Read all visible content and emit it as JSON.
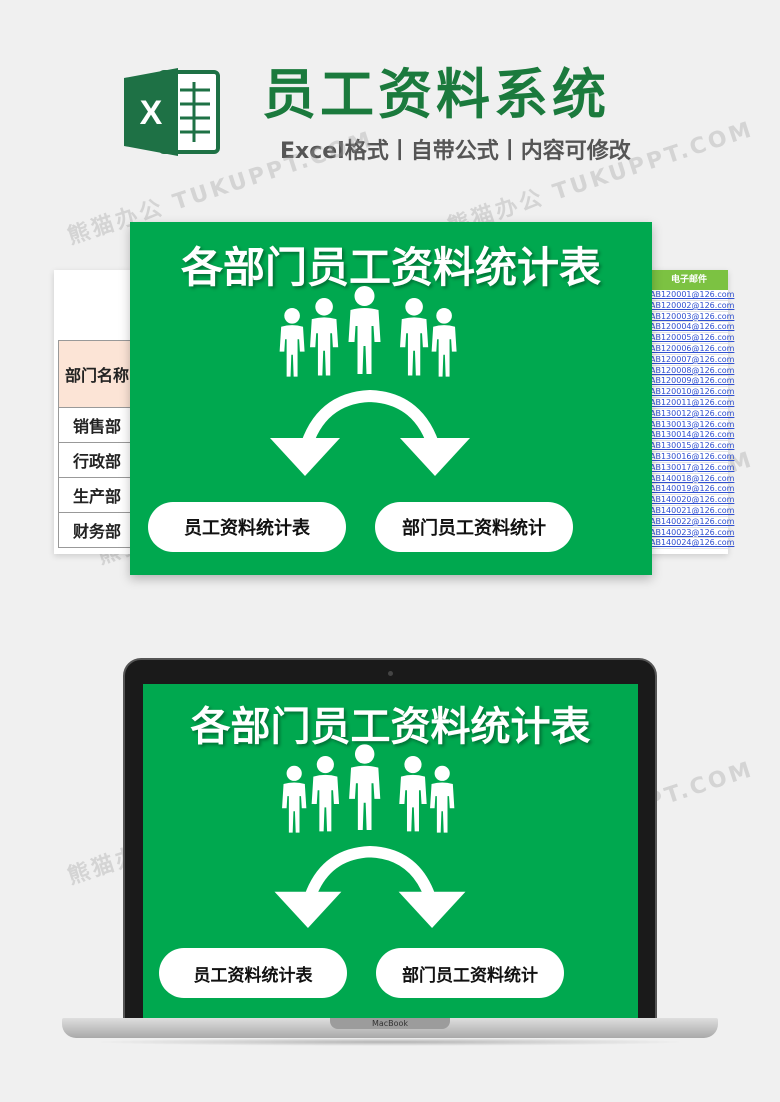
{
  "header": {
    "title": "员工资料系统",
    "subtitle": "Excel格式丨自带公式丨内容可修改",
    "logo_letter": "X"
  },
  "watermark": "熊猫办公 TUKUPPT.COM",
  "sheet": {
    "dept_header": "部门名称",
    "departments": [
      "销售部",
      "行政部",
      "生产部",
      "财务部"
    ],
    "email_header": "电子邮件",
    "emails": [
      "AB120001@126.com",
      "AB120002@126.com",
      "AB120003@126.com",
      "AB120004@126.com",
      "AB120005@126.com",
      "AB120006@126.com",
      "AB120007@126.com",
      "AB120008@126.com",
      "AB120009@126.com",
      "AB120010@126.com",
      "AB120011@126.com",
      "AB130012@126.com",
      "AB130013@126.com",
      "AB130014@126.com",
      "AB130015@126.com",
      "AB130016@126.com",
      "AB130017@126.com",
      "AB140018@126.com",
      "AB140019@126.com",
      "AB140020@126.com",
      "AB140021@126.com",
      "AB140022@126.com",
      "AB140023@126.com",
      "AB140024@126.com"
    ]
  },
  "panel": {
    "title": "各部门员工资料统计表",
    "left_button": "员工资料统计表",
    "right_button": "部门员工资料统计"
  },
  "laptop": {
    "brand": "MacBook"
  },
  "colors": {
    "green": "#00a84f",
    "title_green": "#1b7a3d",
    "header_green": "#7cc242"
  }
}
